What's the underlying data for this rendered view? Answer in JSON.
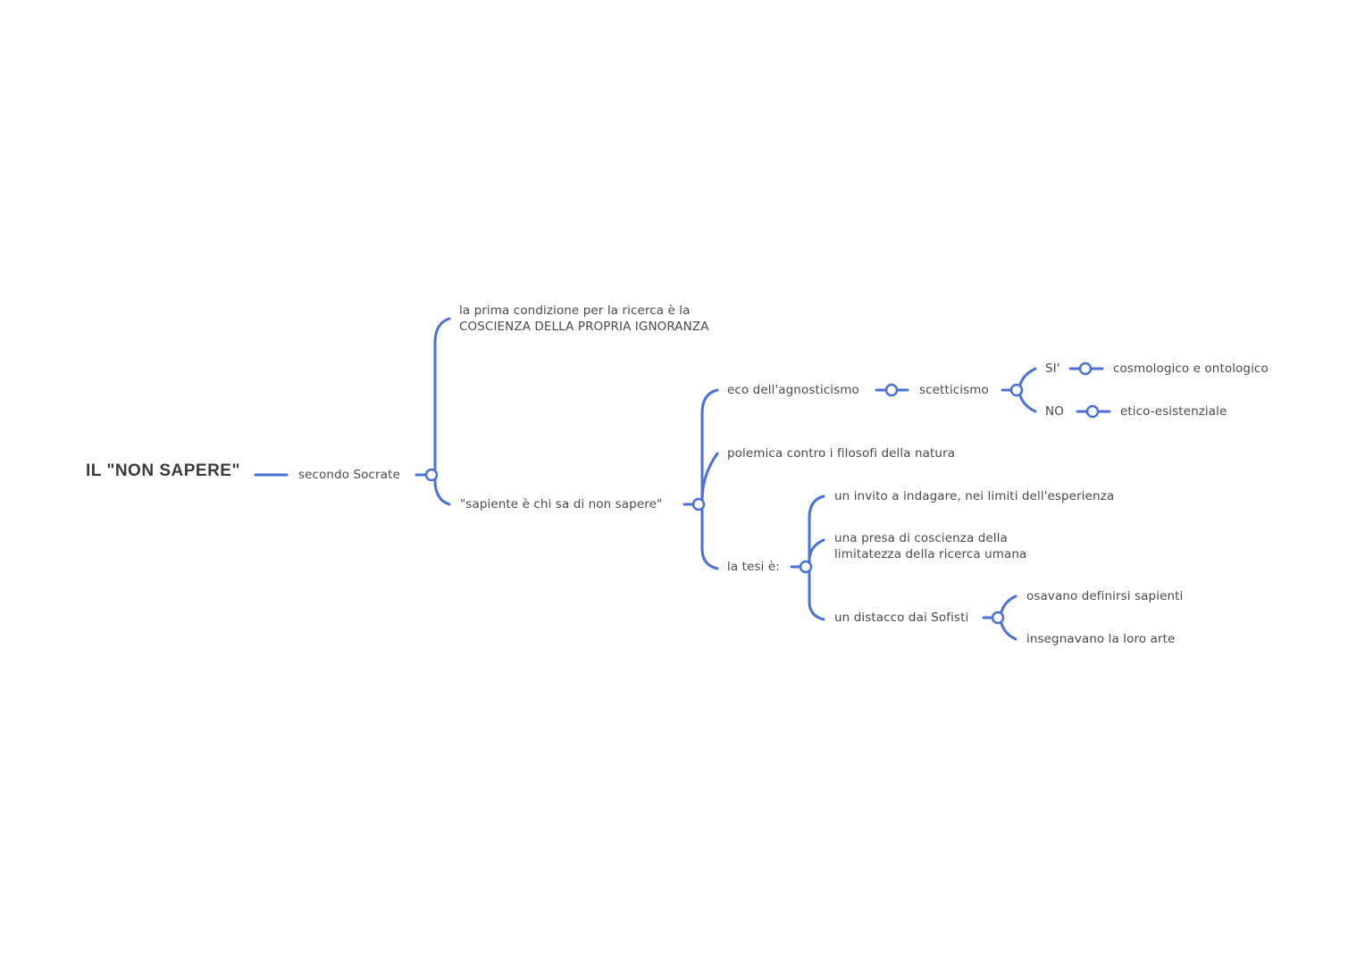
{
  "colors": {
    "connector": "#4a72d6",
    "text": "#4a4a4a",
    "background": "#ffffff"
  },
  "map": {
    "root": "IL \"NON SAPERE\"",
    "secondo": "secondo Socrate",
    "prima_condizione": {
      "line1": "la prima condizione per la ricerca è la",
      "line2": "COSCIENZA DELLA PROPRIA IGNORANZA"
    },
    "sapiente": "\"sapiente è chi sa di non sapere\"",
    "eco": "eco dell'agnosticismo",
    "scetticismo": "scetticismo",
    "si": "SI'",
    "cosmologico": "cosmologico e ontologico",
    "no": "NO",
    "etico": "etico-esistenziale",
    "polemica": "polemica contro i filosofi della natura",
    "tesi": "la tesi è:",
    "invito": "un invito a indagare, nei limiti dell'esperienza",
    "presa": {
      "line1": "una presa di coscienza della",
      "line2": "limitatezza della ricerca umana"
    },
    "distacco": "un distacco dai Sofisti",
    "osavano": "osavano definirsi sapienti",
    "insegnavano": "insegnavano la loro arte"
  }
}
